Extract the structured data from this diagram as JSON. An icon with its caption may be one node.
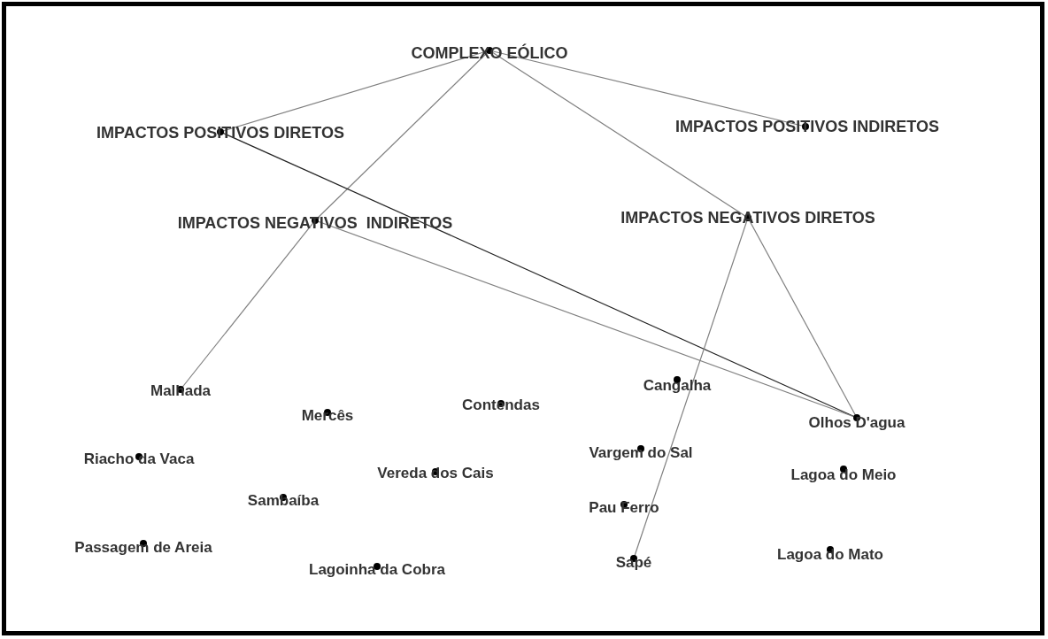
{
  "diagram": {
    "nodes": [
      {
        "text": [
          "COMPLEXO EÓLICO"
        ]
      },
      {
        "text": [
          "IMPACTOS POSITIVOS DIRETOS"
        ]
      },
      {
        "text": [
          "IMPACTOS POSITIVOS INDIRETOS"
        ]
      },
      {
        "text": [
          "IMPACTOS NEGATIVOS  INDIRETOS"
        ]
      },
      {
        "text": [
          "IMPACTOS NEGATIVOS DIRETOS"
        ]
      },
      {
        "text": [
          "Malhada"
        ]
      },
      {
        "text": [
          "Mercês"
        ]
      },
      {
        "text": [
          "Contendas"
        ]
      },
      {
        "text": [
          "Cangalha"
        ]
      },
      {
        "text": [
          "Olhos D'agua"
        ]
      },
      {
        "text": [
          "Riacho da Vaca"
        ]
      },
      {
        "text": [
          "Vereda dos Cais"
        ]
      },
      {
        "text": [
          "Vargem do Sal"
        ]
      },
      {
        "text": [
          "Lagoa do Meio"
        ]
      },
      {
        "text": [
          "Sambaíba"
        ]
      },
      {
        "text": [
          "Pau Ferro"
        ]
      },
      {
        "text": [
          "Passagem de Areia"
        ]
      },
      {
        "text": [
          "Lagoinha da Cobra"
        ]
      },
      {
        "text": [
          "Sapé"
        ]
      },
      {
        "text": [
          "Lagoa do Mato"
        ]
      }
    ],
    "edges": [
      {
        "from": 0,
        "to": 1,
        "arrow": "none"
      },
      {
        "from": 0,
        "to": 2,
        "arrow": "none"
      },
      {
        "from": 0,
        "to": 4,
        "arrow": "none"
      },
      {
        "from": 0,
        "to": 3,
        "arrow": "none"
      },
      {
        "from": 3,
        "to": 5,
        "arrow": "none"
      },
      {
        "from": 1,
        "to": 9,
        "arrow": "none",
        "color": "#222222"
      },
      {
        "from": 3,
        "to": 9,
        "arrow": "none"
      },
      {
        "from": 4,
        "to": 9,
        "arrow": "none"
      },
      {
        "from": 4,
        "to": 18,
        "arrow": "none"
      }
    ]
  }
}
